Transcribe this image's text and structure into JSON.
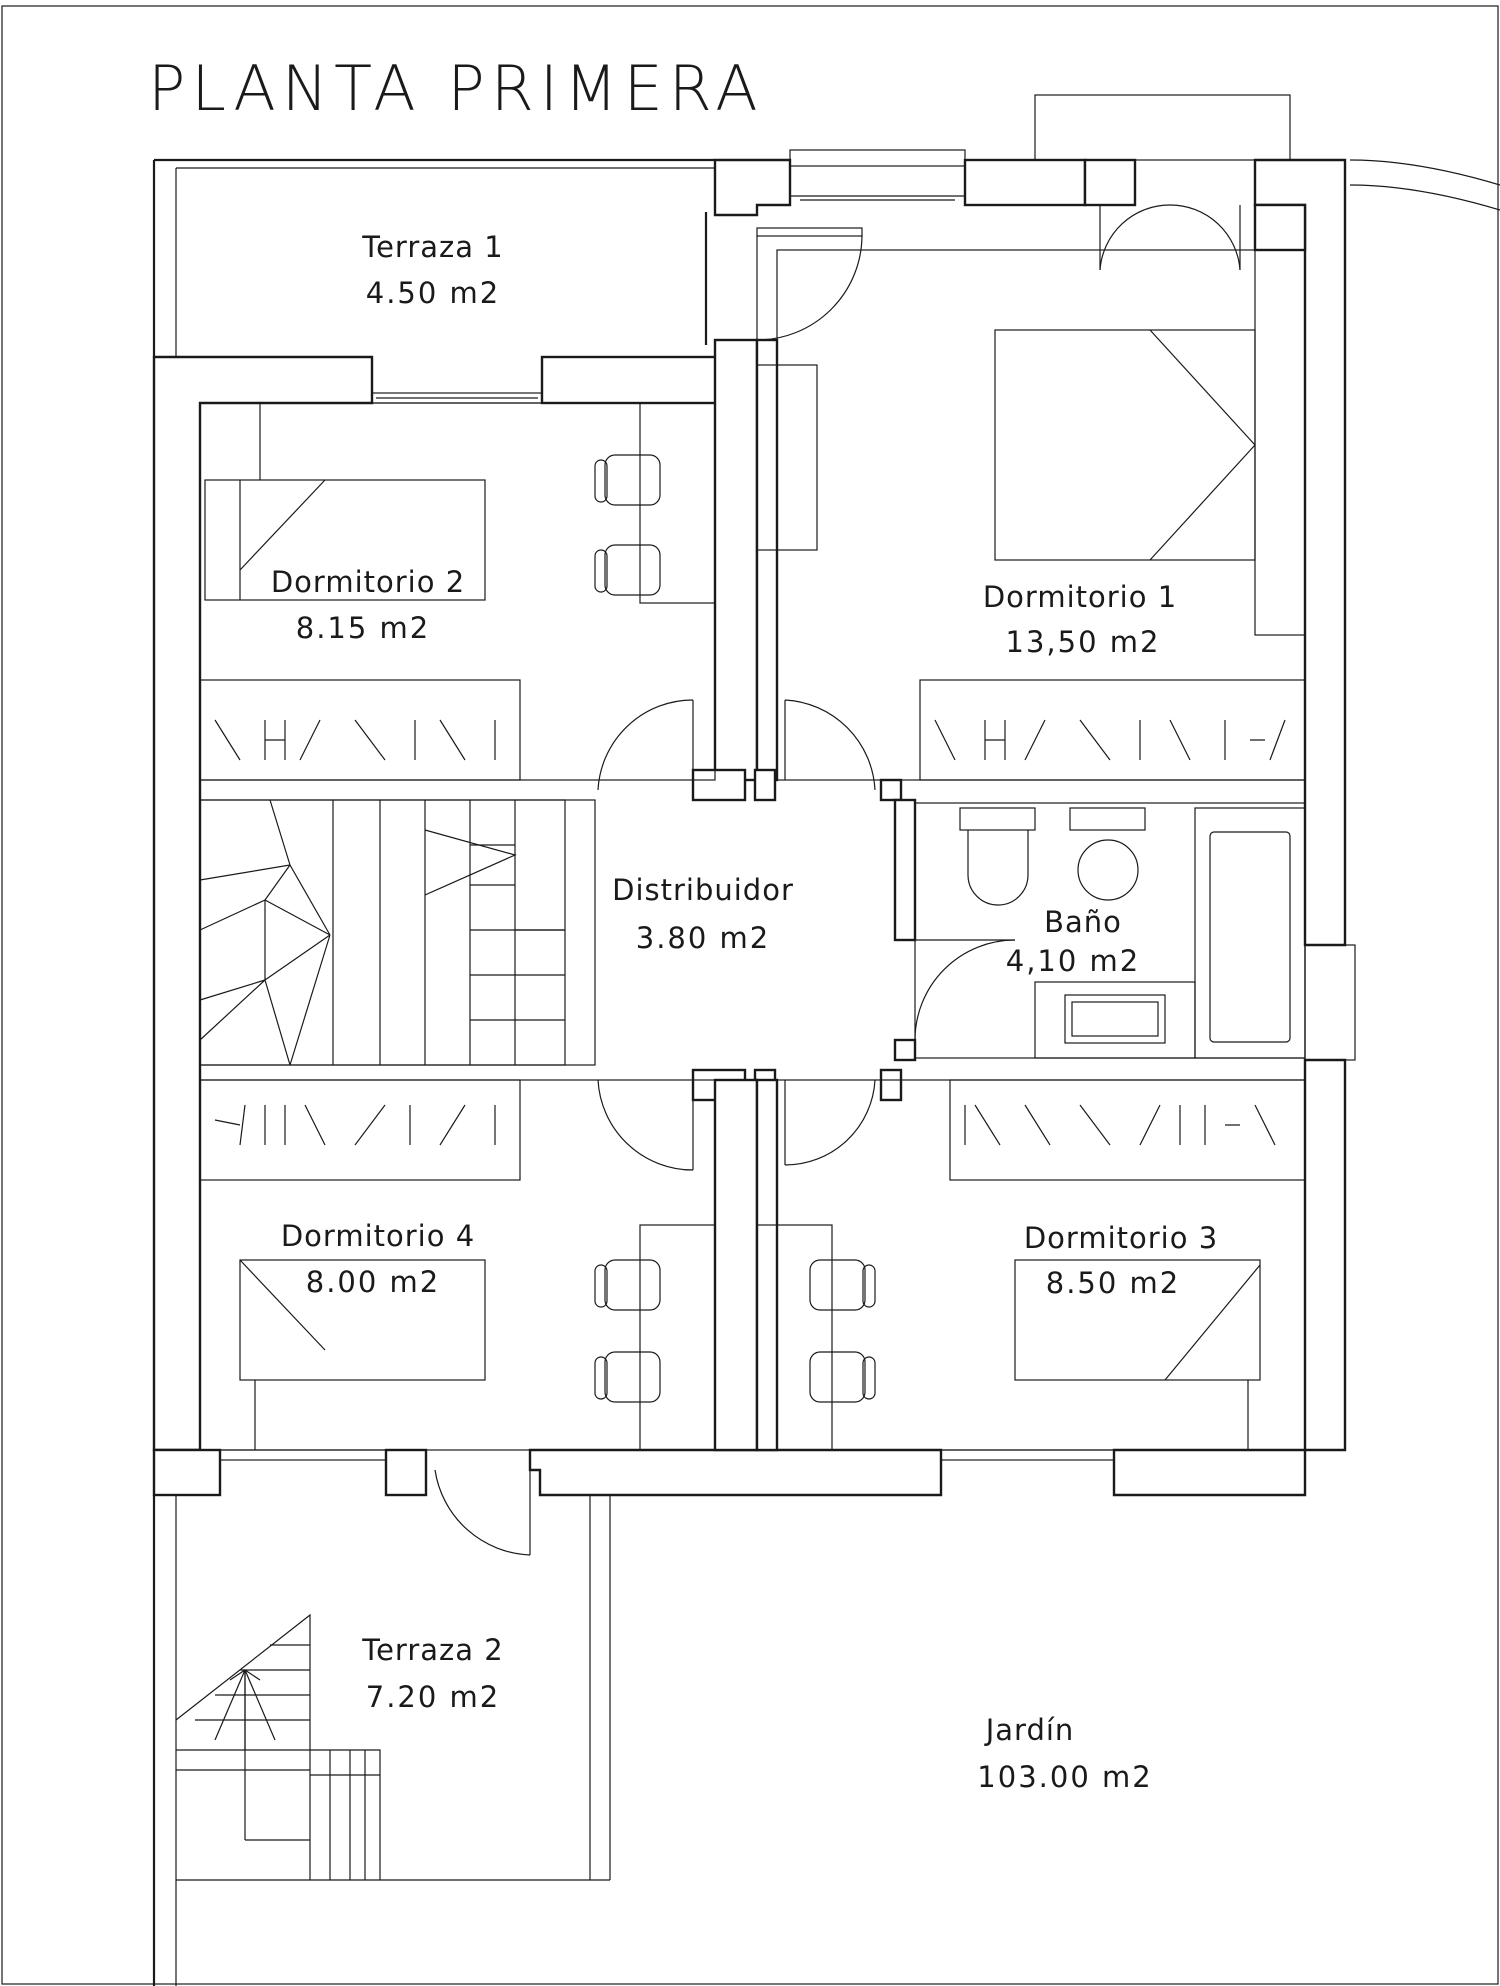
{
  "title": "PLANTA PRIMERA",
  "rooms": {
    "terraza1": {
      "name": "Terraza 1",
      "area": "4.50 m2"
    },
    "dormitorio2": {
      "name": "Dormitorio 2",
      "area": "8.15 m2"
    },
    "dormitorio1": {
      "name": "Dormitorio 1",
      "area": "13,50 m2"
    },
    "distribuidor": {
      "name": "Distribuidor",
      "area": "3.80 m2"
    },
    "bano": {
      "name": "Baño",
      "area": "4,10 m2"
    },
    "dormitorio4": {
      "name": "Dormitorio 4",
      "area": "8.00 m2"
    },
    "dormitorio3": {
      "name": "Dormitorio 3",
      "area": "8.50 m2"
    },
    "terraza2": {
      "name": "Terraza 2",
      "area": "7.20 m2"
    },
    "jardin": {
      "name": "Jardín",
      "area": "103.00 m2"
    }
  }
}
